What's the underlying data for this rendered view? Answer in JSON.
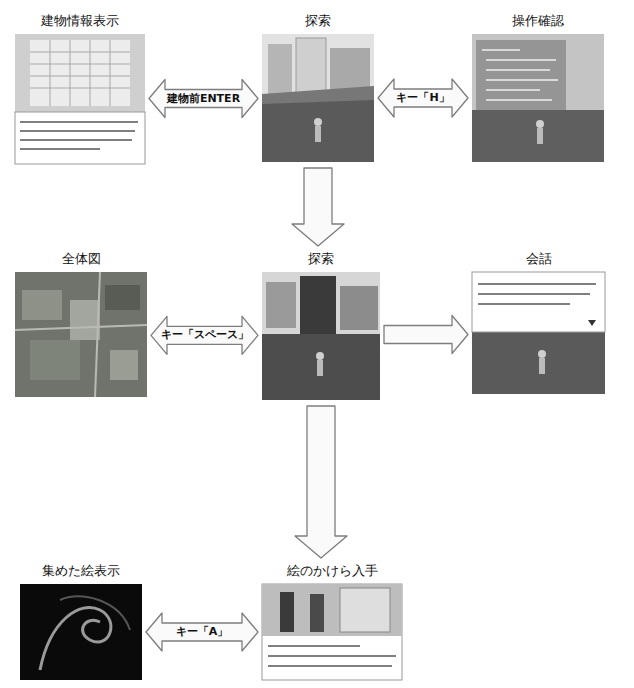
{
  "diagram": {
    "nodes": [
      {
        "text": [
          "建物情報表示"
        ]
      },
      {
        "text": [
          "探索"
        ]
      },
      {
        "text": [
          "操作確認"
        ]
      },
      {
        "text": [
          "全体図"
        ]
      },
      {
        "text": [
          "探索"
        ]
      },
      {
        "text": [
          "会話"
        ]
      },
      {
        "text": [
          "集めた絵表示"
        ]
      },
      {
        "text": [
          "絵のかけら入手"
        ]
      }
    ],
    "edges": [
      {
        "from": 1,
        "to": 0,
        "label": "建物前ENTER",
        "arrow": "both"
      },
      {
        "from": 1,
        "to": 2,
        "label": "キー「H」",
        "arrow": "both"
      },
      {
        "from": 1,
        "to": 4,
        "arrow": "to"
      },
      {
        "from": 4,
        "to": 3,
        "label": "キー「スペース」",
        "arrow": "both"
      },
      {
        "from": 4,
        "to": 5,
        "arrow": "to"
      },
      {
        "from": 4,
        "to": 7,
        "arrow": "to"
      },
      {
        "from": 7,
        "to": 6,
        "label": "キー「A」",
        "arrow": "both"
      }
    ]
  }
}
